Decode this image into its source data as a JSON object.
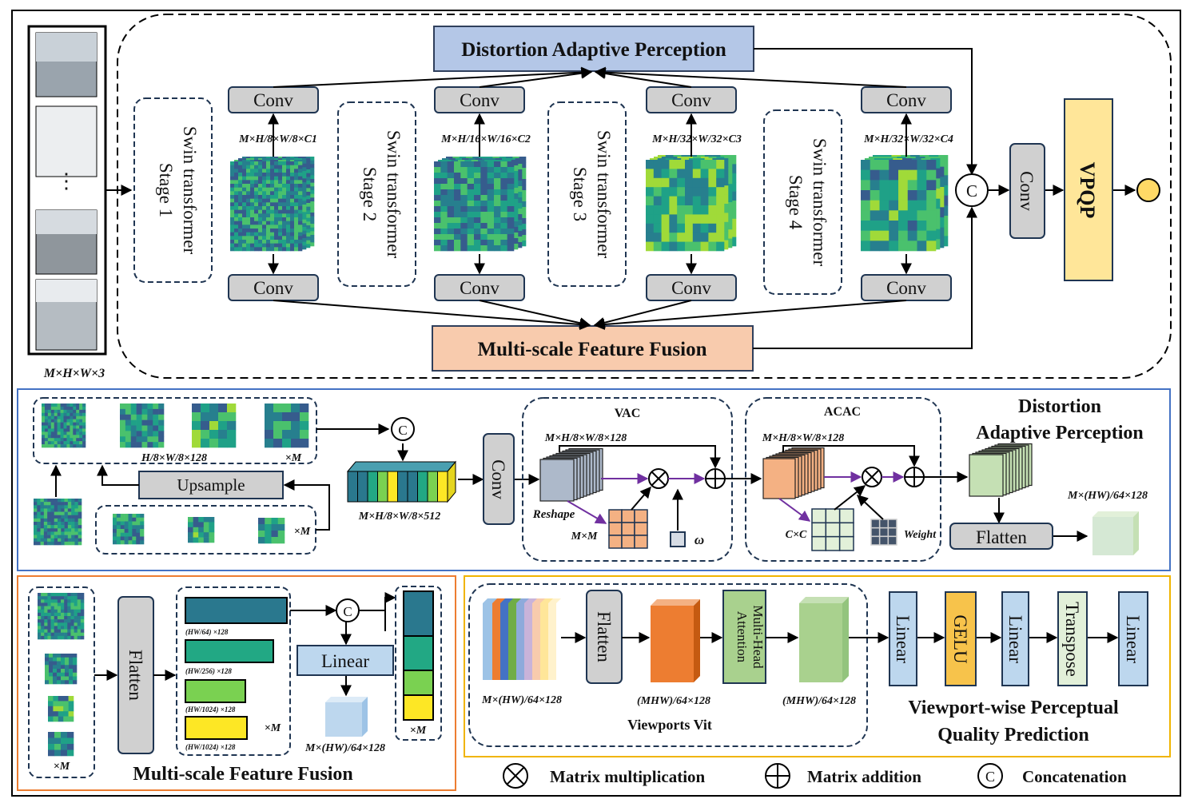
{
  "top": {
    "input_shape": "M×H×W×3",
    "dap_title": "Distortion Adaptive Perception",
    "msff_title": "Multi-scale Feature Fusion",
    "conv": "Conv",
    "stages": [
      {
        "line1": "Swin transformer",
        "line2": "Stage 1"
      },
      {
        "line1": "Swin transformer",
        "line2": "Stage 2"
      },
      {
        "line1": "Swin transformer",
        "line2": "Stage 3"
      },
      {
        "line1": "Swin transformer",
        "line2": "Stage 4"
      }
    ],
    "feature_shapes": [
      "M×H/8×W/8×C1",
      "M×H/16×W/16×C2",
      "M×H/32×W/32×C3",
      "M×H/32×W/32×C4"
    ],
    "concat_symbol": "C",
    "vpqp": "VPQP"
  },
  "dap": {
    "title_line1": "Distortion",
    "title_line2": "Adaptive Perception",
    "feature_shape": "H/8×W/8×128",
    "times_m": "×M",
    "upsample": "Upsample",
    "concat_shape": "M×H/8×W/8×512",
    "conv": "Conv",
    "vac": {
      "title": "VAC",
      "shape": "M×H/8×W/8×128",
      "reshape": "Reshape",
      "mm": "M×M",
      "omega": "ω"
    },
    "acac": {
      "title": "ACAC",
      "shape": "M×H/8×W/8×128",
      "cc": "C×C",
      "weight": "Weight"
    },
    "flatten": "Flatten",
    "output_shape": "M×(HW)/64×128"
  },
  "msff": {
    "title": "Multi-scale Feature Fusion",
    "times_m": "×M",
    "flatten": "Flatten",
    "bar_labels": [
      "(HW/64) ×128",
      "(HW/256) ×128",
      "(HW/1024) ×128",
      "(HW/1024) ×128"
    ],
    "linear": "Linear",
    "output_shape": "M×(HW)/64×128"
  },
  "vpqp": {
    "title_line1": "Viewport-wise Perceptual",
    "title_line2": "Quality Prediction",
    "vit_label": "Viewports Vit",
    "flatten": "Flatten",
    "mha_line1": "Multi-Head",
    "mha_line2": "Attention",
    "shapes": [
      "M×(HW)/64×128",
      "(MHW)/64×128",
      "(MHW)/64×128"
    ],
    "layers": [
      "Linear",
      "GELU",
      "Linear",
      "Transpose",
      "Linear"
    ]
  },
  "legend": {
    "mult": "Matrix multiplication",
    "add": "Matrix addition",
    "concat": "Concatenation",
    "concat_symbol": "C"
  },
  "colors": {
    "dap_fill": "#b4c7e7",
    "msff_fill": "#f8cbad",
    "conv_fill": "#d0d0d0",
    "vpqp_fill": "#ffe699",
    "dap_border": "#4472c4",
    "msff_border": "#ed7d31",
    "vpqp_border": "#f0b400",
    "viridis_dark": "#440154",
    "viridis_yellow": "#fde725"
  }
}
